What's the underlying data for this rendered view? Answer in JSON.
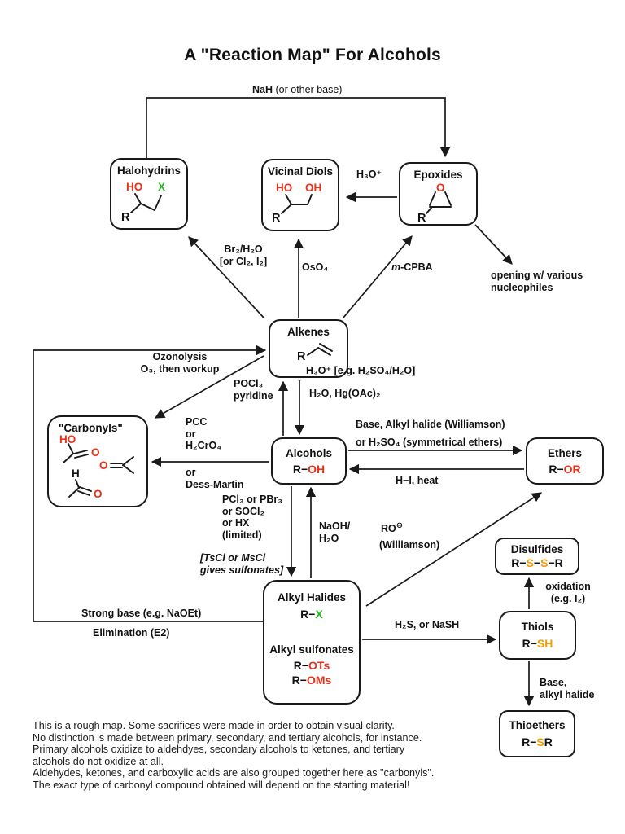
{
  "title": "A \"Reaction Map\" For Alcohols",
  "colors": {
    "red": "#e8301a",
    "green": "#27b427",
    "orange": "#f59b00",
    "ink": "#111111"
  },
  "nodes": {
    "halohydrins": {
      "title": "Halohydrins",
      "ho": "HO",
      "x": "X",
      "r": "R"
    },
    "vicinal_diols": {
      "title": "Vicinal Diols",
      "ho": "HO",
      "oh": "OH",
      "r": "R"
    },
    "epoxides": {
      "title": "Epoxides",
      "o": "O",
      "r": "R"
    },
    "alkenes": {
      "title": "Alkenes",
      "r": "R"
    },
    "carbonyls": {
      "title": "\"Carbonyls\"",
      "ho": "HO",
      "o_acid": "O",
      "o_ketone": "O",
      "h": "H",
      "o_aldehyde": "O"
    },
    "alcohols": {
      "title": "Alcohols",
      "f_r": "R−",
      "f_oh": "OH"
    },
    "ethers": {
      "title": "Ethers",
      "f_r": "R−",
      "f_or": "OR"
    },
    "alkyl_halides": {
      "title": "Alkyl Halides",
      "f_r": "R−",
      "f_x": "X",
      "subtitle": "Alkyl sulfonates",
      "f_r2": "R−",
      "f_ots": "OTs",
      "f_r3": "R−",
      "f_oms": "OMs"
    },
    "disulfides": {
      "title": "Disulfides",
      "f_r1": "R−",
      "f_s1": "S",
      "f_dash": "−",
      "f_s2": "S",
      "f_r2": "−R"
    },
    "thiols": {
      "title": "Thiols",
      "f_r": "R−",
      "f_sh": "SH"
    },
    "thioethers": {
      "title": "Thioethers",
      "f_r": "R−",
      "f_s": "S",
      "f_r2": "R"
    }
  },
  "labels": {
    "nah_bold": "NaH",
    "nah_rest": " (or other base)",
    "h3o_epoxide": "H₃O⁺",
    "opening_1": "opening w/ various",
    "opening_2": "nucleophiles",
    "halogenation_1": "Br₂/H₂O",
    "halogenation_2": "[or Cl₂, I₂]",
    "oso4": "OsO₄",
    "mcpba_m": "m",
    "mcpba_rest": "-CPBA",
    "ozonolysis_1": "Ozonolysis",
    "ozonolysis_2": "O₃, then workup",
    "pocl3_1": "POCl₃",
    "pocl3_2": "pyridine",
    "hydration_1": "H₃O⁺ [e.g. H₂SO₄/H₂O]",
    "hydration_2": "H₂O, Hg(OAc)₂",
    "pcc_1": "PCC",
    "pcc_2": "or",
    "pcc_3": "H₂CrO₄",
    "dm_1": "or",
    "dm_2": "Dess-Martin",
    "williamson_1": "Base, Alkyl halide (Williamson)",
    "williamson_2": "or H₂SO₄ (symmetrical ethers)",
    "hi_heat": "H−I, heat",
    "halide_1": "PCl₃ or PBr₃",
    "halide_2": "or SOCl₂",
    "halide_3": "or HX",
    "halide_4": "(limited)",
    "naoh_1": "NaOH/",
    "naoh_2": "H₂O",
    "tscl_1": "[TsCl or MsCl",
    "tscl_2": "gives sulfonates]",
    "ro": "RO",
    "ro_sup": "⊖",
    "ro_will": "(Williamson)",
    "h2s": "H₂S, or NaSH",
    "thiol_ox_1": "oxidation",
    "thiol_ox_2": "(e.g. I₂)",
    "base_alkyl_1": "Base,",
    "base_alkyl_2": "alkyl halide",
    "strong_base": "Strong base (e.g. NaOEt)",
    "elimination": "Elimination (E2)"
  },
  "notes": [
    "This is a rough map. Some sacrifices were made in order to obtain visual clarity.",
    "No distinction is made between primary, secondary, and tertiary alcohols, for instance.",
    "Primary alcohols oxidize to aldehdyes, secondary alcohols to ketones, and tertiary",
    "alcohols do not oxidize at all.",
    "Aldehydes, ketones, and carboxylic acids are also grouped together here as \"carbonyls\".",
    "The exact type of carbonyl compound obtained will depend on the starting material!"
  ]
}
